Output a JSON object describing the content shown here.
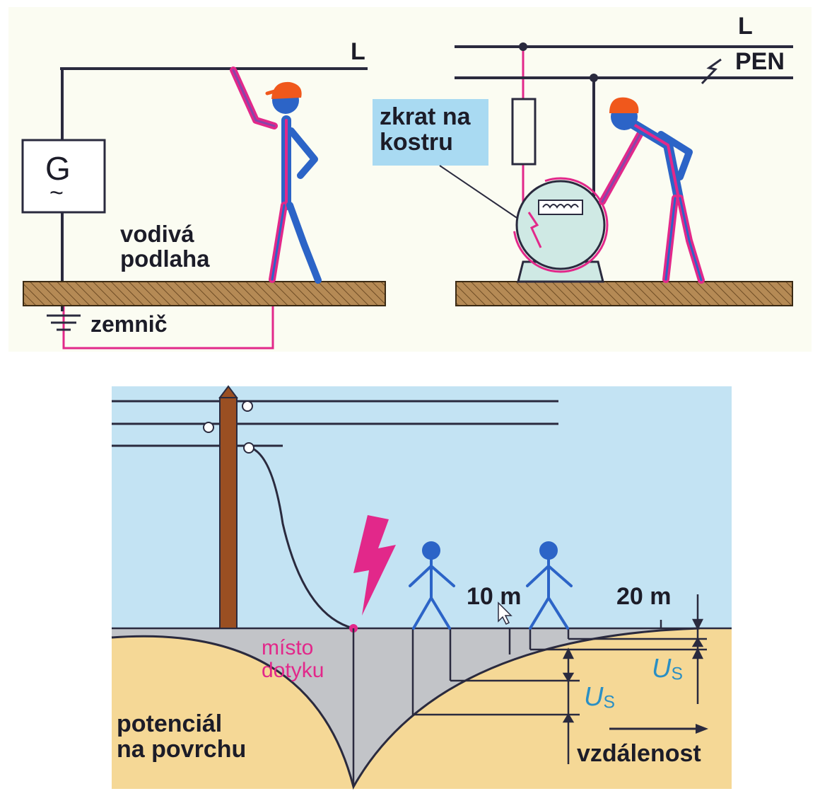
{
  "top_left": {
    "line_label": "L",
    "generator_letter": "G",
    "generator_symbol": "~",
    "floor_label": "vodivá\npodlaha",
    "ground_label": "zemnič"
  },
  "top_right": {
    "line_label": "L",
    "pen_label": "PEN",
    "fault_label": "zkrat na\nkostru"
  },
  "bottom": {
    "contact_label": "místo\ndotyku",
    "distance_10": "10 m",
    "distance_20": "20 m",
    "voltage_symbol": "U",
    "voltage_subscript": "S",
    "potential_label": "potenciál\nna povrchu",
    "distance_axis_label": "vzdálenost"
  },
  "colors": {
    "panel_background": "#fbfcf2",
    "sky": "#c3e3f3",
    "soil": "#f5d896",
    "funnel": "#c2c4c8",
    "floor": "#b58a55",
    "fault_box": "#a9daf2",
    "motor": "#cfe9e4",
    "person_blue": "#2c64c7",
    "current_magenta": "#e2288a",
    "helmet": "#f0581c",
    "conductor": "#2a2a3e",
    "ground_orange": "#e0742a"
  }
}
